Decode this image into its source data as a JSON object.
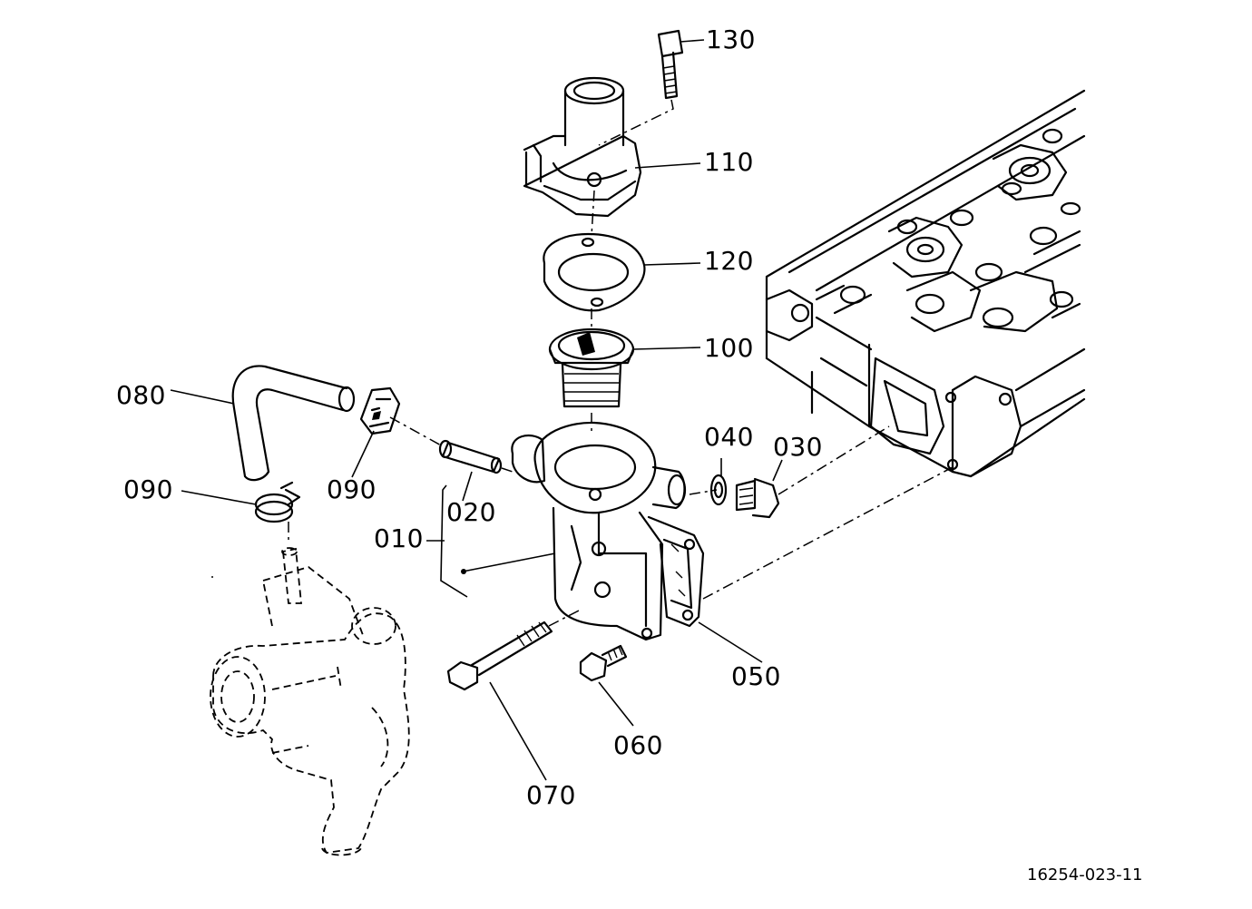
{
  "diagram": {
    "drawing_number": "16254-023-11",
    "callouts": {
      "p130": "130",
      "p110": "110",
      "p120": "120",
      "p100": "100",
      "p080": "080",
      "p090_hose": "090",
      "p090_end": "090",
      "p020": "020",
      "p010": "010",
      "p040": "040",
      "p030": "030",
      "p050": "050",
      "p060": "060",
      "p070": "070"
    }
  }
}
